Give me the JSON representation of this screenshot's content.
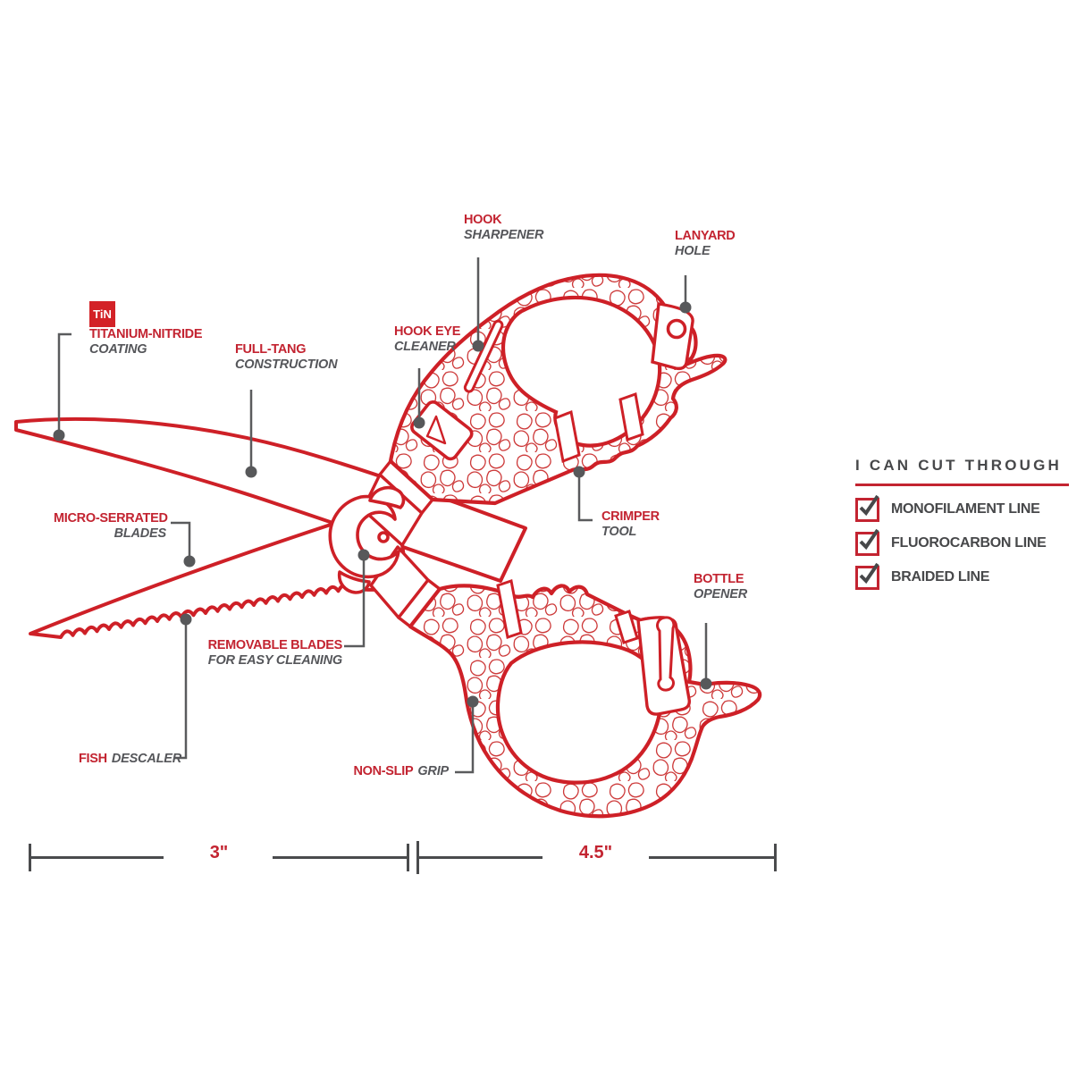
{
  "badge": "TiN",
  "callouts": {
    "titanium_nitride": {
      "title": "TITANIUM-NITRIDE",
      "subtitle": "COATING"
    },
    "full_tang": {
      "title": "FULL-TANG",
      "subtitle": "CONSTRUCTION"
    },
    "hook_sharpener": {
      "title": "HOOK",
      "subtitle": "SHARPENER"
    },
    "hook_eye_cleaner": {
      "title": "HOOK EYE",
      "subtitle": "CLEANER"
    },
    "lanyard_hole": {
      "title": "LANYARD",
      "subtitle": "HOLE"
    },
    "micro_serrated": {
      "title": "MICRO-SERRATED",
      "subtitle": "BLADES"
    },
    "crimper_tool": {
      "title": "CRIMPER",
      "subtitle": "TOOL"
    },
    "removable_blades": {
      "title": "REMOVABLE BLADES",
      "subtitle": "FOR EASY CLEANING"
    },
    "fish_descaler": {
      "title": "FISH",
      "subtitle": "DESCALER"
    },
    "bottle_opener": {
      "title": "BOTTLE",
      "subtitle": "OPENER"
    },
    "non_slip_grip": {
      "title": "NON-SLIP",
      "subtitle": "GRIP"
    }
  },
  "checklist": {
    "title": "I CAN CUT THROUGH",
    "items": [
      {
        "label": "MONOFILAMENT LINE",
        "checked": true
      },
      {
        "label": "FLUOROCARBON LINE",
        "checked": true
      },
      {
        "label": "BRAIDED LINE",
        "checked": true
      }
    ]
  },
  "dimensions": {
    "blade_section": "3\"",
    "handle_section": "4.5\""
  },
  "colors": {
    "brand_red": "#C32431",
    "art_red": "#CE2027",
    "text_gray": "#55565A",
    "leader_gray": "#5A5B5D"
  }
}
